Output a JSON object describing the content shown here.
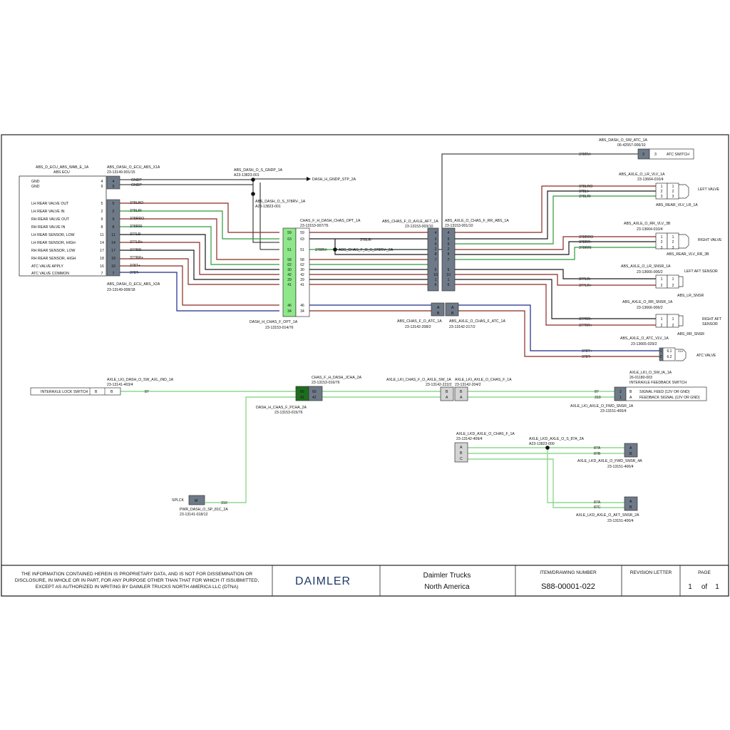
{
  "abs_ecu": {
    "header1": "ABS_D_ECU_ABS_WAB_E_1A",
    "header2": "ABS ECU",
    "conn_top_name": "ABS_DASH_O_ECU_ABS_X1A",
    "conn_top_part": "23-13149-001/15",
    "conn_bottom_name": "ABS_DASH_O_ECU_ABS_X2A",
    "conn_bottom_part": "23-13149-008/18",
    "gnd_rows": [
      {
        "label": "GND",
        "pin": "4",
        "cav": "4",
        "wire": "GNDP"
      },
      {
        "label": "GND",
        "pin": "9",
        "cav": "9",
        "wire": "GNDP"
      }
    ],
    "rows": [
      {
        "label": "LH REAR VALVE OUT",
        "pin": "5",
        "cav": "5",
        "wire": "378LRO"
      },
      {
        "label": "LH REAR VALVE IN",
        "pin": "2",
        "cav": "2",
        "wire": "378LRI"
      },
      {
        "label": "RH REAR VALVE OUT",
        "pin": "9",
        "cav": "9",
        "wire": "378RRO"
      },
      {
        "label": "RH REAR VALVE IN",
        "pin": "8",
        "cav": "8",
        "wire": "378RRI"
      },
      {
        "label": "LH REAR SENSOR, LOW",
        "pin": "11",
        "cav": "11",
        "wire": "377LR-"
      },
      {
        "label": "LH REAR SENSOR, HIGH",
        "pin": "14",
        "cav": "14",
        "wire": "377LR+"
      },
      {
        "label": "RH REAR SENSOR, LOW",
        "pin": "17",
        "cav": "17",
        "wire": "377RR-"
      },
      {
        "label": "RH REAR SENSOR, HIGH",
        "pin": "18",
        "cav": "18",
        "wire": "377RR+"
      },
      {
        "label": "ATC VALVE APPLY",
        "pin": "16",
        "cav": "16",
        "wire": "378T+"
      },
      {
        "label": "ATC VALVE COMMON",
        "pin": "7",
        "cav": "7",
        "wire": "378T-"
      }
    ]
  },
  "gnd_splice": {
    "name": "ABS_DASH_O_S_GNDP_1A",
    "part": "A23-13823-001",
    "dest": "DASH_H_GNDP_STP_2A"
  },
  "rv_splice": {
    "name": "ABS_DASH_O_S_378RV-_1A",
    "part": "A23-13823-001"
  },
  "dash_chas_opt": {
    "name_top": "CHAS_F_H_DASH_CHAS_OPT_1A",
    "part_top": "23-13153-007/76",
    "name_bottom": "DASH_H_CHAS_F_OPT_1A",
    "part_bottom": "23-13153-014/76",
    "pins_a": [
      "59",
      "63",
      "51",
      "58",
      "62",
      "30",
      "42",
      "29",
      "41",
      "46",
      "34"
    ],
    "pins_b": [
      "59",
      "63",
      "51",
      "58",
      "62",
      "30",
      "42",
      "29",
      "41",
      "46",
      "34"
    ]
  },
  "chas_wires": {
    "lr": "378LR-",
    "rv": "378RV-"
  },
  "rv_splice2": {
    "name": "ABS_CHAS_F_O_S_378RV-_2A"
  },
  "axle_aft": {
    "name": "ABS_CHAS_F_O_AXLE_AFT_1A",
    "part": "23-13153-003/10",
    "pins": [
      "4",
      "3",
      "9",
      "2",
      "8",
      "7",
      "5",
      "10",
      "1",
      "6"
    ]
  },
  "axle_rr": {
    "name": "ABS_AXLE_O_CHAS_F_RR_ABS_1A",
    "part": "23-13153-001/10",
    "pins": [
      "4",
      "3",
      "9",
      "2",
      "8",
      "7",
      "5",
      "10",
      "1",
      "6"
    ]
  },
  "atc_conn": {
    "name_a": "ABS_CHAS_F_O_ATC_1A",
    "part_a": "23-13142-208/2",
    "name_b": "ABS_AXLE_O_CHAS_F_ATC_1A",
    "part_b": "23-13142-217/2",
    "pins": [
      "A",
      "B",
      "A",
      "B"
    ]
  },
  "atc_switch": {
    "name": "ABS_DASH_O_SW_ATC_1A",
    "part": "06-42557-006/10",
    "wire": "378RV-",
    "pin_a": "3",
    "pin_b": "3",
    "label": "ATC SWITCH"
  },
  "left_valve": {
    "name": "ABS_AXLE_O_LR_VLV_1A",
    "part": "23-13664-010/4",
    "wires": [
      "378LRO",
      "378LI-",
      "378LRI"
    ],
    "pins": [
      "1",
      "2",
      "3",
      "1",
      "2",
      "3"
    ],
    "label": "LEFT VALVE",
    "comp": "ABS_REAR_VLV_LR_1A"
  },
  "right_valve": {
    "name": "ABS_AXLE_O_RR_VLV_3B",
    "part": "23-13664-010/4",
    "wires": [
      "378RRO",
      "378RR-",
      "378RRI"
    ],
    "pins": [
      "1",
      "2",
      "3",
      "1",
      "2",
      "3"
    ],
    "label": "RIGHT VALVE",
    "comp": "ABS_REAR_VLV_RR_3B"
  },
  "left_sensor": {
    "name": "ABS_AXLE_O_LR_SNSR_1A",
    "part": "23-13666-006/2",
    "wires": [
      "377LR-",
      "377LR+"
    ],
    "pins": [
      "1",
      "2",
      "1",
      "2"
    ],
    "label": "LEFT AFT SENSOR",
    "comp": "ABS_LR_SNSR"
  },
  "right_sensor": {
    "name": "ABS_AXLE_O_RR_SNSR_1A",
    "part": "23-13666-006/2",
    "wires": [
      "377RR-",
      "377RR+"
    ],
    "pins": [
      "1",
      "2",
      "1",
      "2"
    ],
    "label1": "RIGHT AFT",
    "label2": "SENSOR",
    "comp": "ABS_RR_SNSR"
  },
  "atc_valve": {
    "name": "ABS_AXLE_O_ATC_VLV_1A",
    "part": "23-13665-029/2",
    "wires": [
      "378T+",
      "378T-"
    ],
    "pins": [
      "1",
      "2",
      "6.1",
      "6.2"
    ],
    "tag": "VLV",
    "label": "ATC VALVE"
  },
  "lock_switch": {
    "name": "AXLE_LKI_DASH_O_SW_AXL_IND_1A",
    "part": "23-13141-403/4",
    "label": "INTERAXLE LOCK SWITCH",
    "pin_a": "B",
    "pin_b": "B",
    "wire": "87"
  },
  "dash_pcha": {
    "name_top": "CHAS_F_H_DASH_JCHA_2A",
    "part_top": "23-13153-016/76",
    "name_bottom": "DASH_H_CHAS_F_PCHA_2A",
    "part_bottom": "23-13153-015/76",
    "pins_a": [
      "60",
      "42"
    ],
    "pins_b": [
      "60",
      "42"
    ]
  },
  "axle_sw": {
    "name_a": "AXLE_LKI_CHAS_F_O_AXLE_SW_1A",
    "part_a": "23-13142-222/2",
    "name_b": "AXLE_LKI_AXLE_O_CHAS_F_1A",
    "part_b": "23-13142-204/2",
    "pins": [
      "B",
      "A",
      "B",
      "A"
    ]
  },
  "feedback_switch": {
    "name": "AXLE_LKI_O_SW_IA_1A",
    "part": "26-01180-003",
    "title": "INTERAXLE FEEDBACK SWITCH",
    "wire1": "87",
    "wire2": "310",
    "pins": [
      "2",
      "1",
      "B",
      "A"
    ],
    "sig1": "SIGNAL FEED (12V OR GND)",
    "sig2": "FEEDBACK SIGNAL (12V OR GND)",
    "conn_name": "AXLE_LKI_AXLE_O_FWD_SNSR_1A",
    "conn_part": "23-13151-400/4"
  },
  "axle_lkd": {
    "name": "AXLE_LKD_AXLE_O_CHAS_F_1A",
    "part": "23-13142-409/4",
    "pins": [
      "A",
      "B",
      "C",
      "A",
      "B",
      "C"
    ],
    "splice_name": "AXLE_LKD_AXLE_O_S_87A_2A",
    "splice_part": "A23-13823-000"
  },
  "fwd_snsr": {
    "wires": [
      "87A",
      "87B"
    ],
    "pins": [
      "A",
      "B"
    ],
    "name": "AXLE_LKD_AXLE_O_FWD_SNSR_4A",
    "part": "23-13151-400/4"
  },
  "aft_snsr": {
    "wires": [
      "87A",
      "87C"
    ],
    "pins": [
      "A",
      "B"
    ],
    "name": "AXLE_LKD_AXLE_O_AFT_SNSR_2A",
    "part": "23-13151-400/4"
  },
  "power": {
    "label": "SPLCK",
    "pin": "M",
    "wire": "310",
    "name": "PWR_DASH_O_SP_81C_2A",
    "part": "23-13141-018/12"
  },
  "title_block": {
    "disclaimer": [
      "THE INFORMATION CONTAINED HEREIN IS PROPRIETARY DATA, AND IS NOT FOR DISSEMINATION OR",
      "DISCLOSURE, IN WHOLE OR  IN PART, FOR ANY PURPOSE OTHER THAN THAT FOR WHICH IT ISSUBMITTED,",
      "EXCEPT AS AUTHORIZED IN WRITING BY DAIMLER TRUCKS NORTH AMERICA LLC (DTNA)"
    ],
    "logo": "DAIMLER",
    "company1": "Daimler Trucks",
    "company2": "North America",
    "item_label": "ITEM/DRAWING NUMBER",
    "item_value": "S88-00001-022",
    "rev_label": "REVISION LETTER",
    "rev_value": "",
    "page_label": "PAGE",
    "page_num": "1",
    "page_of": "of",
    "page_total": "1"
  },
  "colors": {
    "red_wire": "#8b2a22",
    "blue_wire": "#1c2a8c",
    "green_wire": "#2e9a3a",
    "lt_green_wire": "#8ed88e",
    "black_wire": "#1a1a1a",
    "connector_gray": "#6f7a88",
    "connector_light": "#d4d4d4",
    "harness_green": "#8ee88a",
    "harness_dark": "#1e6e1e"
  }
}
